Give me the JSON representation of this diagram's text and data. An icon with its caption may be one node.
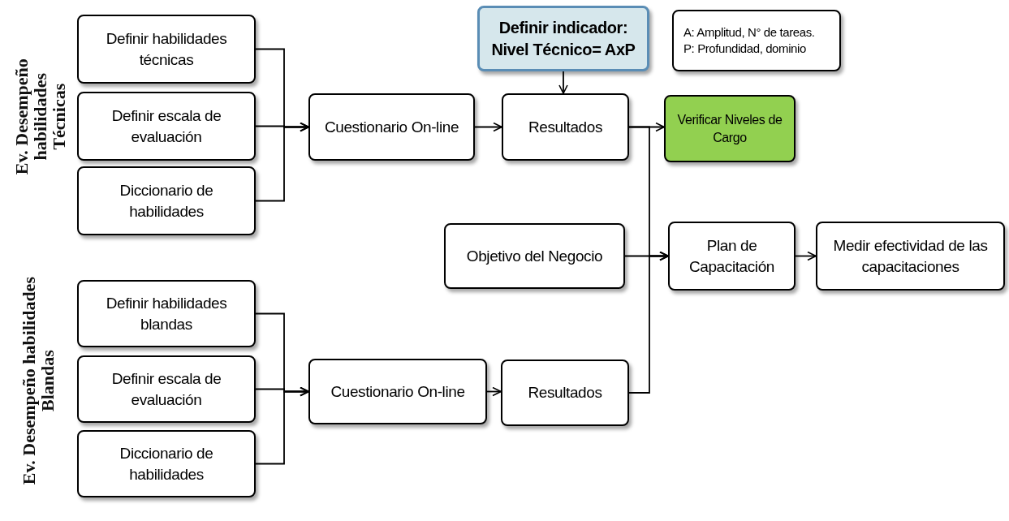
{
  "diagram": {
    "nodes": [
      {
        "text": [
          "Definir habilidades técnicas"
        ]
      },
      {
        "text": [
          "Definir escala de evaluación"
        ]
      },
      {
        "text": [
          "Diccionario de habilidades"
        ]
      },
      {
        "text": [
          "Cuestionario On-line"
        ]
      },
      {
        "text": [
          "Definir indicador: Nivel Técnico= AxP"
        ]
      },
      {
        "text": [
          "A: Amplitud, N° de tareas.",
          "P: Profundidad, dominio"
        ]
      },
      {
        "text": [
          "Resultados"
        ]
      },
      {
        "text": [
          "Verificar Niveles de Cargo"
        ]
      },
      {
        "text": [
          "Objetivo del Negocio"
        ]
      },
      {
        "text": [
          "Plan de Capacitación"
        ]
      },
      {
        "text": [
          "Medir efectividad de las capacitaciones"
        ]
      },
      {
        "text": [
          "Definir habilidades blandas"
        ]
      },
      {
        "text": [
          "Definir escala de evaluación"
        ]
      },
      {
        "text": [
          "Diccionario de habilidades"
        ]
      },
      {
        "text": [
          "Cuestionario On-line"
        ]
      },
      {
        "text": [
          "Resultados"
        ]
      }
    ],
    "edges": [
      {
        "from": 0,
        "to": 3,
        "arrow": "to"
      },
      {
        "from": 1,
        "to": 3,
        "arrow": "to"
      },
      {
        "from": 2,
        "to": 3,
        "arrow": "to"
      },
      {
        "from": 3,
        "to": 6,
        "arrow": "to"
      },
      {
        "from": 4,
        "to": 6,
        "arrow": "to"
      },
      {
        "from": 6,
        "to": 7,
        "arrow": "to"
      },
      {
        "from": 6,
        "to": 9,
        "arrow": "to"
      },
      {
        "from": 8,
        "to": 9,
        "arrow": "to"
      },
      {
        "from": 9,
        "to": 10,
        "arrow": "to"
      },
      {
        "from": 11,
        "to": 14,
        "arrow": "to"
      },
      {
        "from": 12,
        "to": 14,
        "arrow": "to"
      },
      {
        "from": 13,
        "to": 14,
        "arrow": "to"
      },
      {
        "from": 14,
        "to": 15,
        "arrow": "to"
      },
      {
        "from": 15,
        "to": 9,
        "arrow": "to"
      }
    ],
    "labels": [
      "Ev. Desempeño habilidades Técnicas",
      "Ev. Desempeño habilidades Blandas"
    ]
  }
}
